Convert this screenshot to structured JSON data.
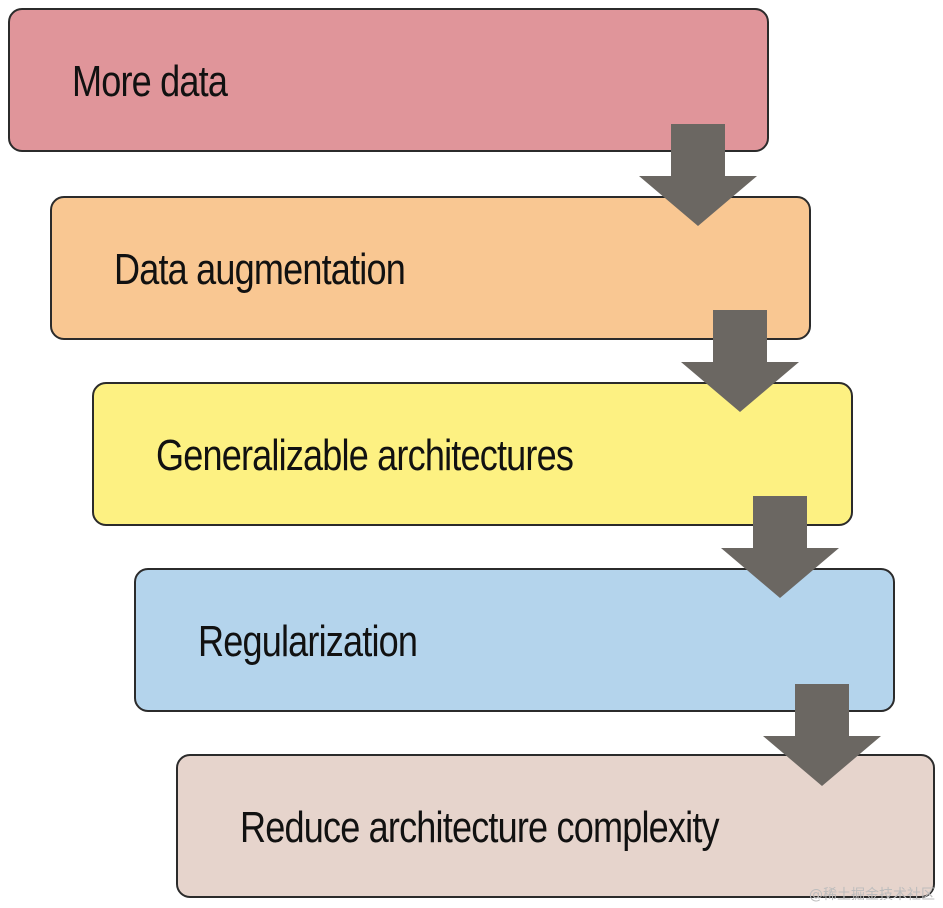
{
  "steps": [
    {
      "label": "More data",
      "color": "#e0959a"
    },
    {
      "label": "Data augmentation",
      "color": "#f9c792"
    },
    {
      "label": "Generalizable architectures",
      "color": "#fdf182"
    },
    {
      "label": "Regularization",
      "color": "#b4d4ec"
    },
    {
      "label": "Reduce architecture complexity",
      "color": "#e6d4cc"
    }
  ],
  "arrow_color": "#6b6762",
  "border_color": "#2b2b2b",
  "watermark": "@稀土掘金技术社区"
}
